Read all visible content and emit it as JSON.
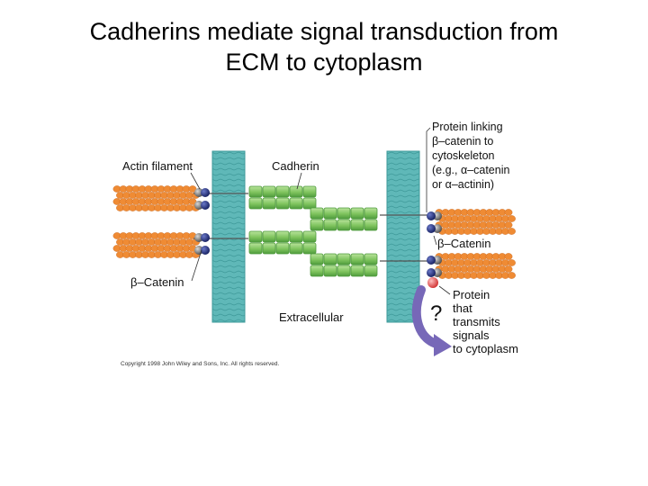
{
  "title": {
    "line1": "Cadherins mediate signal transduction from",
    "line2": "ECM to cytoplasm"
  },
  "labels": {
    "actin_filament": "Actin filament",
    "cadherin": "Cadherin",
    "beta_catenin_left": "β–Catenin",
    "extracellular": "Extracellular",
    "linking_protein": [
      "Protein linking",
      "β–catenin to",
      "cytoskeleton",
      "(e.g., α–catenin",
      "or α–actinin)"
    ],
    "beta_catenin_right": "β–Catenin",
    "question_mark": "?",
    "signal_protein": [
      "Protein",
      "that",
      "transmits",
      "signals",
      "to cytoplasm"
    ]
  },
  "copyright": "Copyright 1998 John Wiley and Sons, Inc. All rights reserved.",
  "colors": {
    "membrane": "#5fb8b8",
    "membrane_dark": "#3e9a9a",
    "actin": "#ef8b34",
    "cadherin": "#8ccd6a",
    "cadherin_dark": "#4e9a3c",
    "beta_catenin": "#1c2a78",
    "alpha_catenin": "#8a8a8a",
    "signal_protein": "#e05050",
    "arrow": "#7768b8"
  },
  "icons": {
    "signal_arrow": "curved-arrow-icon"
  }
}
